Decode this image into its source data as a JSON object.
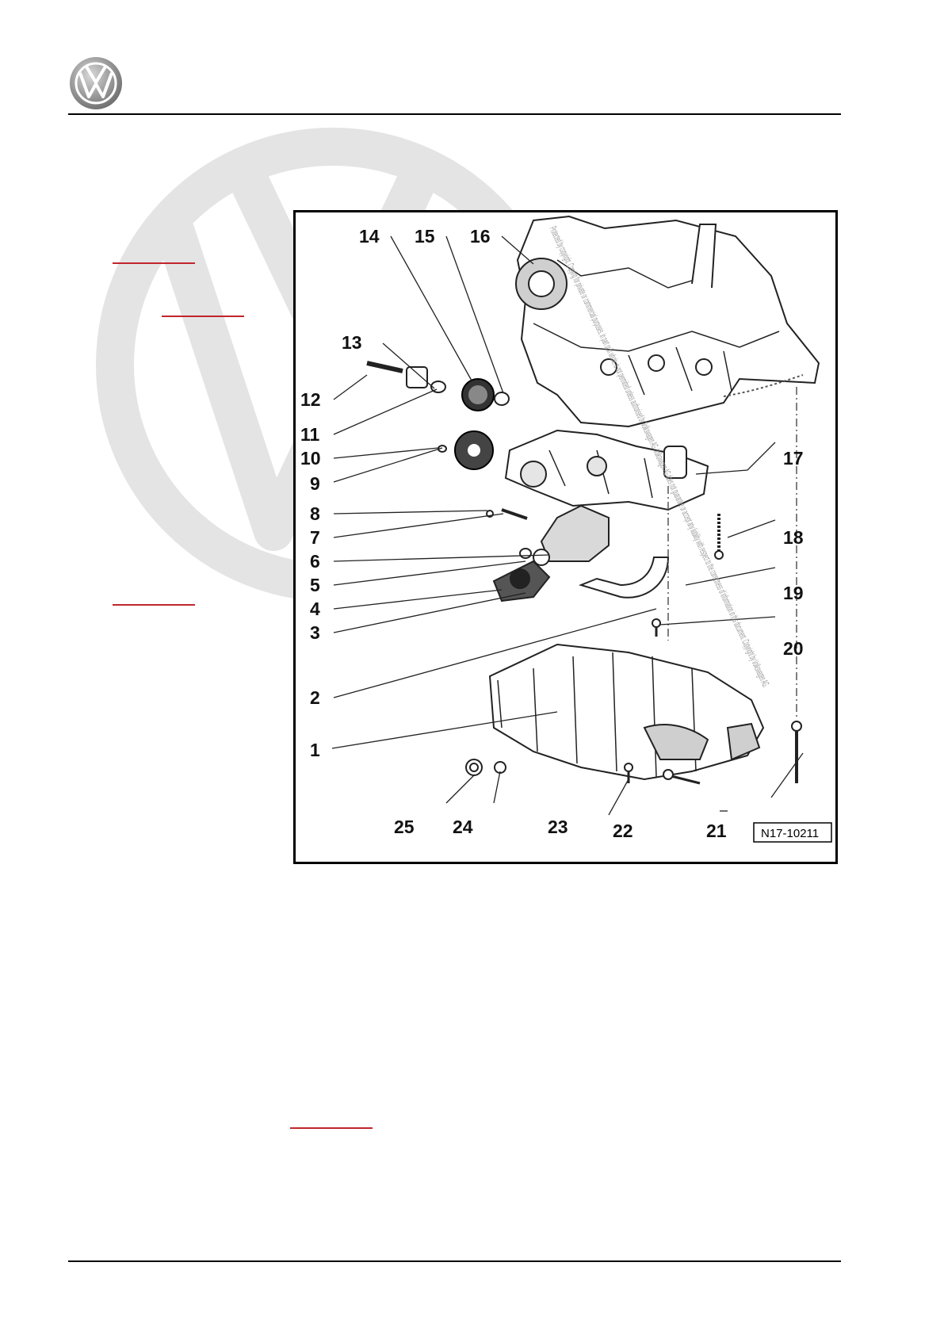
{
  "header": {
    "logo": "vw-logo-icon"
  },
  "figure": {
    "id_label": "N17-10211",
    "callouts": [
      "1",
      "2",
      "3",
      "4",
      "5",
      "6",
      "7",
      "8",
      "9",
      "10",
      "11",
      "12",
      "13",
      "14",
      "15",
      "16",
      "17",
      "18",
      "19",
      "20",
      "21",
      "22",
      "23",
      "24",
      "25"
    ],
    "watermark_text": "Protected by copyright. Copying for private or commercial purposes, in part or in whole, is not permitted unless authorised by Volkswagen AG. Volkswagen AG does not guarantee or accept any liability with respect to the correctness of information in this document. Copyright by Volkswagen AG."
  },
  "colors": {
    "link_red": "#c0262c",
    "watermark_gray": "#e6e6e6"
  }
}
